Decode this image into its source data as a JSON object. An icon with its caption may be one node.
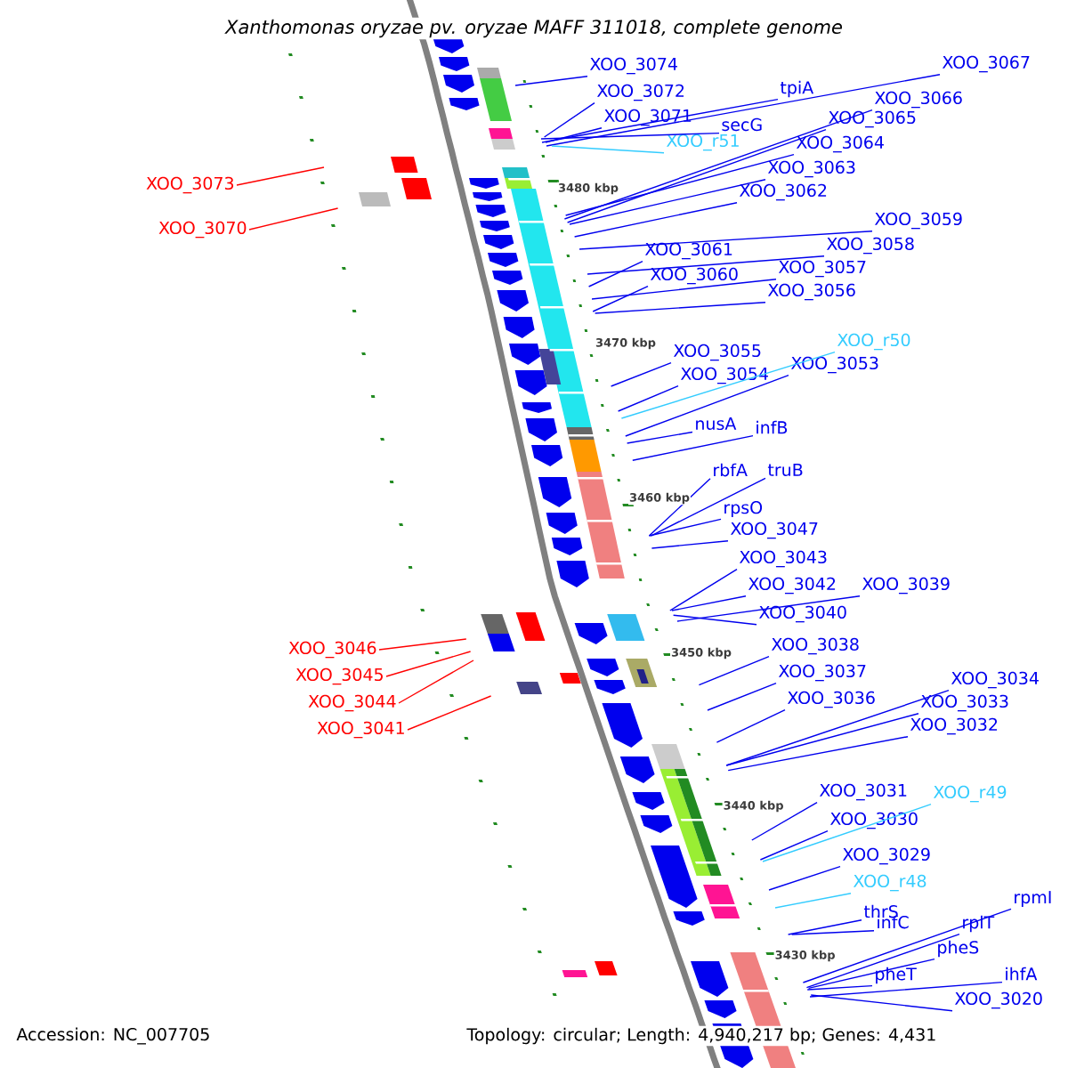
{
  "diagram": {
    "title": "Xanthomonas oryzae pv. oryzae MAFF 311018, complete genome",
    "nodes": [
      {
        "text": [
          "XOO_3074"
        ]
      },
      {
        "text": [
          "XOO_3072"
        ]
      },
      {
        "text": [
          "XOO_3071"
        ]
      },
      {
        "text": [
          "tpiA"
        ]
      },
      {
        "text": [
          "secG"
        ]
      },
      {
        "text": [
          "XOO_3067"
        ]
      },
      {
        "text": [
          "XOO_3066"
        ]
      },
      {
        "text": [
          "XOO_3065"
        ]
      },
      {
        "text": [
          "XOO_r51"
        ]
      },
      {
        "text": [
          "XOO_3064"
        ]
      },
      {
        "text": [
          "XOO_3063"
        ]
      },
      {
        "text": [
          "XOO_3062"
        ]
      },
      {
        "text": [
          "XOO_3059"
        ]
      },
      {
        "text": [
          "XOO_3058"
        ]
      },
      {
        "text": [
          "XOO_3061"
        ]
      },
      {
        "text": [
          "XOO_3057"
        ]
      },
      {
        "text": [
          "XOO_3060"
        ]
      },
      {
        "text": [
          "XOO_3056"
        ]
      },
      {
        "text": [
          "XOO_3055"
        ]
      },
      {
        "text": [
          "XOO_r50"
        ]
      },
      {
        "text": [
          "XOO_3054"
        ]
      },
      {
        "text": [
          "XOO_3053"
        ]
      },
      {
        "text": [
          "nusA"
        ]
      },
      {
        "text": [
          "infB"
        ]
      },
      {
        "text": [
          "rbfA"
        ]
      },
      {
        "text": [
          "truB"
        ]
      },
      {
        "text": [
          "rpsO"
        ]
      },
      {
        "text": [
          "XOO_3047"
        ]
      },
      {
        "text": [
          "XOO_3043"
        ]
      },
      {
        "text": [
          "XOO_3042"
        ]
      },
      {
        "text": [
          "XOO_3039"
        ]
      },
      {
        "text": [
          "XOO_3040"
        ]
      },
      {
        "text": [
          "XOO_3038"
        ]
      },
      {
        "text": [
          "XOO_3037"
        ]
      },
      {
        "text": [
          "XOO_3036"
        ]
      },
      {
        "text": [
          "XOO_3034"
        ]
      },
      {
        "text": [
          "XOO_3033"
        ]
      },
      {
        "text": [
          "XOO_3032"
        ]
      },
      {
        "text": [
          "XOO_3031"
        ]
      },
      {
        "text": [
          "XOO_r49"
        ]
      },
      {
        "text": [
          "XOO_3030"
        ]
      },
      {
        "text": [
          "XOO_3029"
        ]
      },
      {
        "text": [
          "XOO_r48"
        ]
      },
      {
        "text": [
          "thrS"
        ]
      },
      {
        "text": [
          "rpmI"
        ]
      },
      {
        "text": [
          "rplT"
        ]
      },
      {
        "text": [
          "infC"
        ]
      },
      {
        "text": [
          "pheS"
        ]
      },
      {
        "text": [
          "ihfA"
        ]
      },
      {
        "text": [
          "pheT"
        ]
      },
      {
        "text": [
          "XOO_3020"
        ]
      },
      {
        "text": [
          "XOO_3073"
        ]
      },
      {
        "text": [
          "XOO_3070"
        ]
      },
      {
        "text": [
          "XOO_3046"
        ]
      },
      {
        "text": [
          "XOO_3045"
        ]
      },
      {
        "text": [
          "XOO_3044"
        ]
      },
      {
        "text": [
          "XOO_3041"
        ]
      }
    ],
    "edges": [
      {
        "from": 0,
        "to": null,
        "arrow": "none"
      },
      {
        "from": 1,
        "to": null,
        "arrow": "none"
      },
      {
        "from": 2,
        "to": null,
        "arrow": "none"
      },
      {
        "from": 3,
        "to": null,
        "arrow": "none"
      },
      {
        "from": 4,
        "to": null,
        "arrow": "none"
      },
      {
        "from": 5,
        "to": null,
        "arrow": "none"
      },
      {
        "from": 6,
        "to": null,
        "arrow": "none"
      },
      {
        "from": 7,
        "to": null,
        "arrow": "none"
      },
      {
        "from": 8,
        "to": null,
        "arrow": "none",
        "color": "#33ccff"
      },
      {
        "from": 9,
        "to": null,
        "arrow": "none"
      },
      {
        "from": 10,
        "to": null,
        "arrow": "none"
      },
      {
        "from": 11,
        "to": null,
        "arrow": "none"
      },
      {
        "from": 12,
        "to": null,
        "arrow": "none"
      },
      {
        "from": 13,
        "to": null,
        "arrow": "none"
      },
      {
        "from": 14,
        "to": null,
        "arrow": "none"
      },
      {
        "from": 15,
        "to": null,
        "arrow": "none"
      },
      {
        "from": 16,
        "to": null,
        "arrow": "none"
      },
      {
        "from": 17,
        "to": null,
        "arrow": "none"
      },
      {
        "from": 18,
        "to": null,
        "arrow": "none"
      },
      {
        "from": 19,
        "to": null,
        "arrow": "none",
        "color": "#33ccff"
      },
      {
        "from": 20,
        "to": null,
        "arrow": "none"
      },
      {
        "from": 21,
        "to": null,
        "arrow": "none"
      },
      {
        "from": 22,
        "to": null,
        "arrow": "none"
      },
      {
        "from": 23,
        "to": null,
        "arrow": "none"
      },
      {
        "from": 24,
        "to": null,
        "arrow": "none"
      },
      {
        "from": 25,
        "to": null,
        "arrow": "none"
      },
      {
        "from": 26,
        "to": null,
        "arrow": "none"
      },
      {
        "from": 27,
        "to": null,
        "arrow": "none"
      },
      {
        "from": 28,
        "to": null,
        "arrow": "none"
      },
      {
        "from": 29,
        "to": null,
        "arrow": "none"
      },
      {
        "from": 30,
        "to": null,
        "arrow": "none"
      },
      {
        "from": 31,
        "to": null,
        "arrow": "none"
      },
      {
        "from": 32,
        "to": null,
        "arrow": "none"
      },
      {
        "from": 33,
        "to": null,
        "arrow": "none"
      },
      {
        "from": 34,
        "to": null,
        "arrow": "none"
      },
      {
        "from": 35,
        "to": null,
        "arrow": "none"
      },
      {
        "from": 36,
        "to": null,
        "arrow": "none"
      },
      {
        "from": 37,
        "to": null,
        "arrow": "none"
      },
      {
        "from": 38,
        "to": null,
        "arrow": "none"
      },
      {
        "from": 39,
        "to": null,
        "arrow": "none",
        "color": "#33ccff"
      },
      {
        "from": 40,
        "to": null,
        "arrow": "none"
      },
      {
        "from": 41,
        "to": null,
        "arrow": "none"
      },
      {
        "from": 42,
        "to": null,
        "arrow": "none",
        "color": "#33ccff"
      },
      {
        "from": 43,
        "to": null,
        "arrow": "none"
      },
      {
        "from": 44,
        "to": null,
        "arrow": "none"
      },
      {
        "from": 45,
        "to": null,
        "arrow": "none"
      },
      {
        "from": 46,
        "to": null,
        "arrow": "none"
      },
      {
        "from": 47,
        "to": null,
        "arrow": "none"
      },
      {
        "from": 48,
        "to": null,
        "arrow": "none"
      },
      {
        "from": 49,
        "to": null,
        "arrow": "none"
      },
      {
        "from": 50,
        "to": null,
        "arrow": "none"
      },
      {
        "from": 51,
        "to": null,
        "arrow": "none",
        "color": "#ff0000"
      },
      {
        "from": 52,
        "to": null,
        "arrow": "none",
        "color": "#ff0000"
      },
      {
        "from": 53,
        "to": null,
        "arrow": "none",
        "color": "#ff0000"
      },
      {
        "from": 54,
        "to": null,
        "arrow": "none",
        "color": "#ff0000"
      },
      {
        "from": 55,
        "to": null,
        "arrow": "none",
        "color": "#ff0000"
      },
      {
        "from": 56,
        "to": null,
        "arrow": "none",
        "color": "#ff0000"
      }
    ],
    "labels": [
      "3480 kbp",
      "3470 kbp",
      "3460 kbp",
      "3450 kbp",
      "3440 kbp",
      "3430 kbp",
      "Accession: NC_007705",
      "Topology: circular; Length: 4,940,217 bp; Genes: 4,431"
    ]
  }
}
